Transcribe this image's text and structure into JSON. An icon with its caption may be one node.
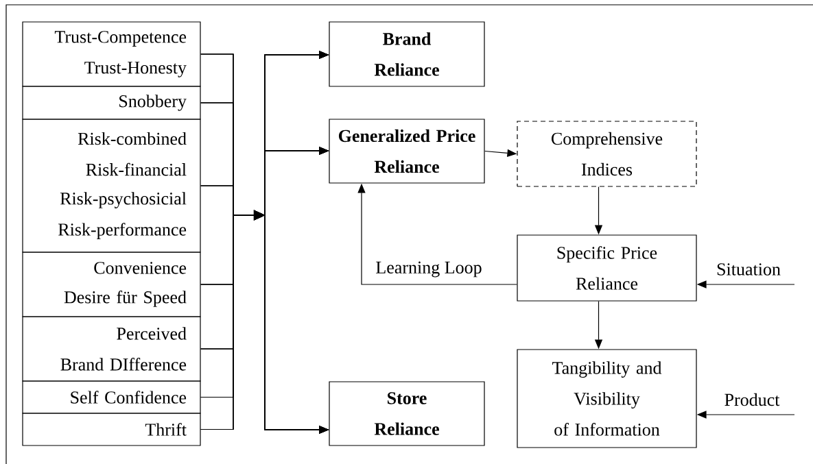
{
  "diagram": {
    "nodes": [
      {
        "text": [
          "Trust-Competence",
          "Trust-Honesty"
        ]
      },
      {
        "text": [
          "Snobbery"
        ]
      },
      {
        "text": [
          "Risk-combined",
          "Risk-financial",
          "Risk-psychosicial",
          "Risk-performance"
        ]
      },
      {
        "text": [
          "Convenience",
          "Desire für Speed"
        ]
      },
      {
        "text": [
          "Perceived Brand DIfference"
        ]
      },
      {
        "text": [
          "Self Confidence"
        ]
      },
      {
        "text": [
          "Thrift"
        ]
      },
      {
        "text": [
          "Brand Reliance"
        ]
      },
      {
        "text": [
          "Generalized Price Reliance"
        ]
      },
      {
        "text": [
          "Comprehensive Indices"
        ]
      },
      {
        "text": [
          "Specific Price Reliance"
        ]
      },
      {
        "text": [
          "Tangibility and Visibility of Information"
        ]
      },
      {
        "text": [
          "Store Reliance"
        ]
      }
    ],
    "edges": [
      {
        "from": 0,
        "to": 7,
        "arrow": "to"
      },
      {
        "from": 1,
        "to": 7,
        "arrow": "to"
      },
      {
        "from": 2,
        "to": 7,
        "arrow": "to"
      },
      {
        "from": 3,
        "to": 7,
        "arrow": "to"
      },
      {
        "from": 4,
        "to": 7,
        "arrow": "to"
      },
      {
        "from": 5,
        "to": 7,
        "arrow": "to"
      },
      {
        "from": 6,
        "to": 7,
        "arrow": "to"
      },
      {
        "from": 0,
        "to": 8,
        "arrow": "to"
      },
      {
        "from": 1,
        "to": 8,
        "arrow": "to"
      },
      {
        "from": 2,
        "to": 8,
        "arrow": "to"
      },
      {
        "from": 3,
        "to": 8,
        "arrow": "to"
      },
      {
        "from": 4,
        "to": 8,
        "arrow": "to"
      },
      {
        "from": 5,
        "to": 8,
        "arrow": "to"
      },
      {
        "from": 6,
        "to": 8,
        "arrow": "to"
      },
      {
        "from": 0,
        "to": 12,
        "arrow": "to"
      },
      {
        "from": 1,
        "to": 12,
        "arrow": "to"
      },
      {
        "from": 2,
        "to": 12,
        "arrow": "to"
      },
      {
        "from": 3,
        "to": 12,
        "arrow": "to"
      },
      {
        "from": 4,
        "to": 12,
        "arrow": "to"
      },
      {
        "from": 5,
        "to": 12,
        "arrow": "to"
      },
      {
        "from": 6,
        "to": 12,
        "arrow": "to"
      },
      {
        "from": 8,
        "to": 9,
        "arrow": "to"
      },
      {
        "from": 9,
        "to": 10,
        "arrow": "to"
      },
      {
        "from": 10,
        "to": 8,
        "arrow": "to",
        "label": "Learning Loop"
      },
      {
        "from": 10,
        "to": 11,
        "arrow": "to"
      },
      {
        "from": null,
        "to": 10,
        "arrow": "to",
        "label": "Situation"
      },
      {
        "from": null,
        "to": 11,
        "arrow": "to",
        "label": "Product"
      }
    ]
  }
}
